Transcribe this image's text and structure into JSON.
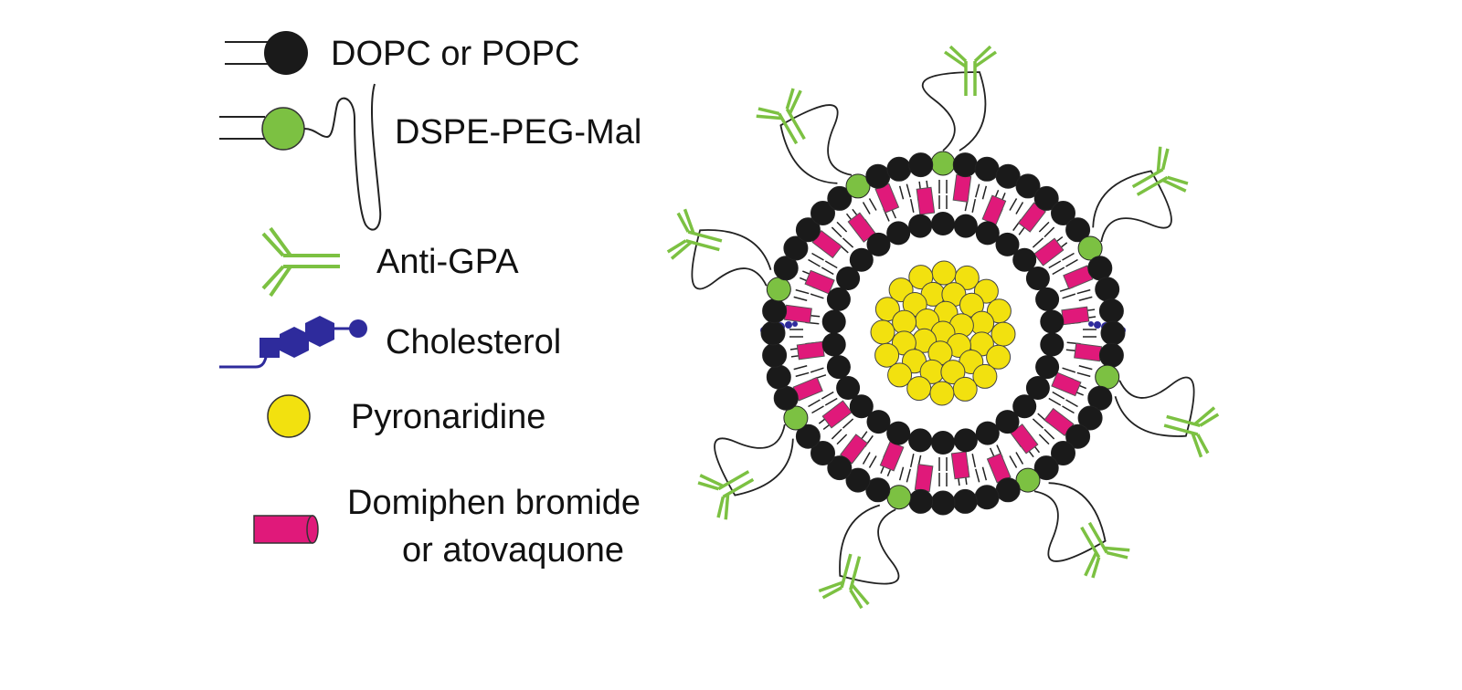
{
  "legend": {
    "phospholipid": "DOPC or POPC",
    "peg_lipid": "DSPE-PEG-Mal",
    "antibody": "Anti-GPA",
    "cholesterol": "Cholesterol",
    "drug_core": "Pyronaridine",
    "drug_membrane_line1": "Domiphen bromide",
    "drug_membrane_line2": "or atovaquone"
  },
  "colors": {
    "head_black": "#1a1a1a",
    "head_green": "#7cc142",
    "antibody_green": "#7cc142",
    "cholesterol_blue": "#2e2b9c",
    "pyronaridine_yellow": "#f2e10f",
    "drug_pink": "#e0197a",
    "line": "#222222"
  },
  "icons": {
    "phospholipid": "black-lipid-icon",
    "peg_lipid": "green-peg-lipid-icon",
    "antibody": "y-antibody-icon",
    "cholesterol": "cholesterol-icon",
    "drug_core": "yellow-sphere-icon",
    "drug_membrane": "pink-cylinder-icon"
  }
}
